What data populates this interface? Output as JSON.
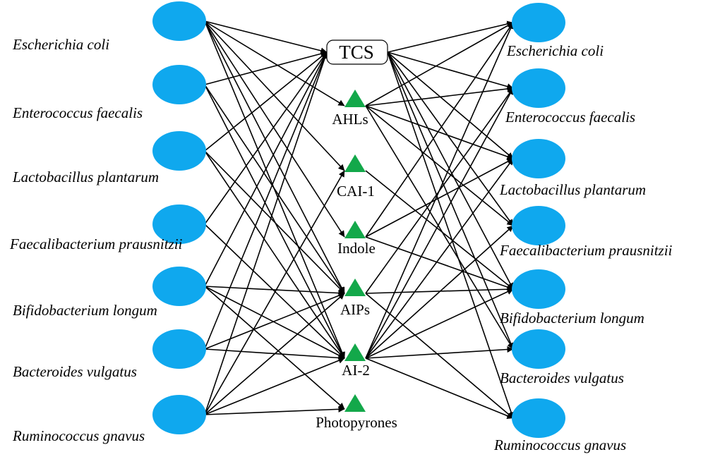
{
  "colors": {
    "node_fill": "#0fa8ee",
    "signal_fill": "#13a84a",
    "edge": "#000000",
    "tcs_border": "#000000"
  },
  "left_bacteria": [
    "Escherichia coli",
    "Enterococcus faecalis",
    "Lactobacillus plantarum",
    "Faecalibacterium prausnitzii",
    "Bifidobacterium longum",
    "Bacteroides vulgatus",
    "Ruminococcus gnavus"
  ],
  "right_bacteria": [
    "Escherichia coli",
    "Enterococcus faecalis",
    "Lactobacillus plantarum",
    "Faecalibacterium prausnitzii",
    "Bifidobacterium longum",
    "Bacteroides vulgatus",
    "Ruminococcus gnavus"
  ],
  "signals": [
    "TCS",
    "AHLs",
    "CAI-1",
    "Indole",
    "AIPs",
    "AI-2",
    "Photopyrones"
  ],
  "edges_in": [
    [
      "Escherichia coli",
      "TCS"
    ],
    [
      "Escherichia coli",
      "AHLs"
    ],
    [
      "Escherichia coli",
      "CAI-1"
    ],
    [
      "Escherichia coli",
      "Indole"
    ],
    [
      "Escherichia coli",
      "AIPs"
    ],
    [
      "Escherichia coli",
      "AI-2"
    ],
    [
      "Enterococcus faecalis",
      "TCS"
    ],
    [
      "Enterococcus faecalis",
      "AIPs"
    ],
    [
      "Enterococcus faecalis",
      "AI-2"
    ],
    [
      "Lactobacillus plantarum",
      "TCS"
    ],
    [
      "Lactobacillus plantarum",
      "AIPs"
    ],
    [
      "Lactobacillus plantarum",
      "AI-2"
    ],
    [
      "Faecalibacterium prausnitzii",
      "TCS"
    ],
    [
      "Faecalibacterium prausnitzii",
      "AI-2"
    ],
    [
      "Bifidobacterium longum",
      "TCS"
    ],
    [
      "Bifidobacterium longum",
      "AIPs"
    ],
    [
      "Bifidobacterium longum",
      "AI-2"
    ],
    [
      "Bifidobacterium longum",
      "Photopyrones"
    ],
    [
      "Bacteroides vulgatus",
      "TCS"
    ],
    [
      "Bacteroides vulgatus",
      "AIPs"
    ],
    [
      "Bacteroides vulgatus",
      "AI-2"
    ],
    [
      "Ruminococcus gnavus",
      "TCS"
    ],
    [
      "Ruminococcus gnavus",
      "CAI-1"
    ],
    [
      "Ruminococcus gnavus",
      "AIPs"
    ],
    [
      "Ruminococcus gnavus",
      "AI-2"
    ],
    [
      "Ruminococcus gnavus",
      "Photopyrones"
    ]
  ],
  "edges_out": [
    [
      "TCS",
      "Escherichia coli"
    ],
    [
      "TCS",
      "Enterococcus faecalis"
    ],
    [
      "TCS",
      "Lactobacillus plantarum"
    ],
    [
      "TCS",
      "Faecalibacterium prausnitzii"
    ],
    [
      "TCS",
      "Bifidobacterium longum"
    ],
    [
      "TCS",
      "Bacteroides vulgatus"
    ],
    [
      "TCS",
      "Ruminococcus gnavus"
    ],
    [
      "AHLs",
      "Escherichia coli"
    ],
    [
      "AHLs",
      "Enterococcus faecalis"
    ],
    [
      "AHLs",
      "Lactobacillus plantarum"
    ],
    [
      "AHLs",
      "Faecalibacterium prausnitzii"
    ],
    [
      "AHLs",
      "Bacteroides vulgatus"
    ],
    [
      "CAI-1",
      "Bifidobacterium longum"
    ],
    [
      "Indole",
      "Escherichia coli"
    ],
    [
      "Indole",
      "Lactobacillus plantarum"
    ],
    [
      "Indole",
      "Bifidobacterium longum"
    ],
    [
      "AIPs",
      "Enterococcus faecalis"
    ],
    [
      "AIPs",
      "Bifidobacterium longum"
    ],
    [
      "AIPs",
      "Ruminococcus gnavus"
    ],
    [
      "AI-2",
      "Escherichia coli"
    ],
    [
      "AI-2",
      "Enterococcus faecalis"
    ],
    [
      "AI-2",
      "Lactobacillus plantarum"
    ],
    [
      "AI-2",
      "Faecalibacterium prausnitzii"
    ],
    [
      "AI-2",
      "Bifidobacterium longum"
    ],
    [
      "AI-2",
      "Bacteroides vulgatus"
    ],
    [
      "AI-2",
      "Ruminococcus gnavus"
    ]
  ]
}
